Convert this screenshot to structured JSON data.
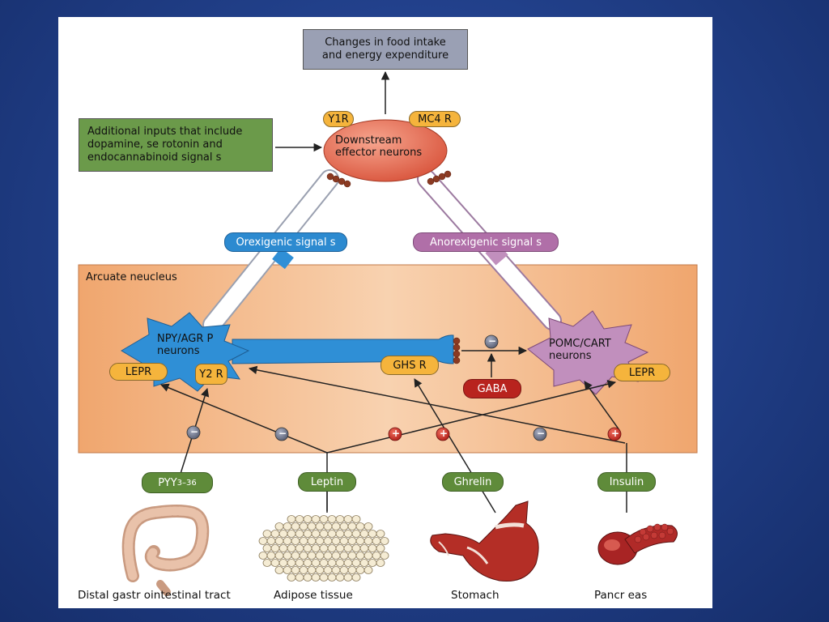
{
  "output_box": {
    "line1": "Changes in food intake",
    "line2": "and energy expenditure"
  },
  "inputs_box": {
    "line1": "Additional inputs that include",
    "line2": "dopamine, se rotonin and",
    "line3": "endocannabinoid signal s"
  },
  "downstream": {
    "line1": "Downstream",
    "line2": "effector neurons",
    "receptor_left": "Y1R",
    "receptor_right": "MC4 R"
  },
  "signals": {
    "orexigenic": "Orexigenic signal s",
    "anorexigenic": "Anorexigenic signal s"
  },
  "arcuate": {
    "title": "Arcuate neucleus"
  },
  "npy_neuron": {
    "line1": "NPY/AGR  P",
    "line2": "neurons",
    "lepr": "LEPR",
    "y2r": "Y2 R",
    "ghsr": "GHS R"
  },
  "pomc_neuron": {
    "line1": "POMC/CART",
    "line2": "neurons",
    "lepr": "LEPR"
  },
  "gaba": "GABA",
  "hormones": {
    "pyy_main": "PYY",
    "pyy_sub": "3–36",
    "leptin": "Leptin",
    "ghrelin": "Ghrelin",
    "insulin": "Insulin"
  },
  "tissues": {
    "gi": "Distal gastr ointestinal tract",
    "adipose": "Adipose tissue",
    "stomach": "Stomach",
    "pancreas": "Pancr eas"
  },
  "signs": {
    "minus": "−",
    "plus": "+"
  },
  "colors": {
    "arcuate_fill": "#f2b080",
    "npy_blue": "#2f8fd6",
    "pomc_purple": "#c18fbd",
    "downstream_red": "#ea7058",
    "receptor_orange": "#f5b43c",
    "hormone_green": "#5f8b3a",
    "inputs_green": "#6b9a4a",
    "output_grey": "#9aa0b4"
  }
}
